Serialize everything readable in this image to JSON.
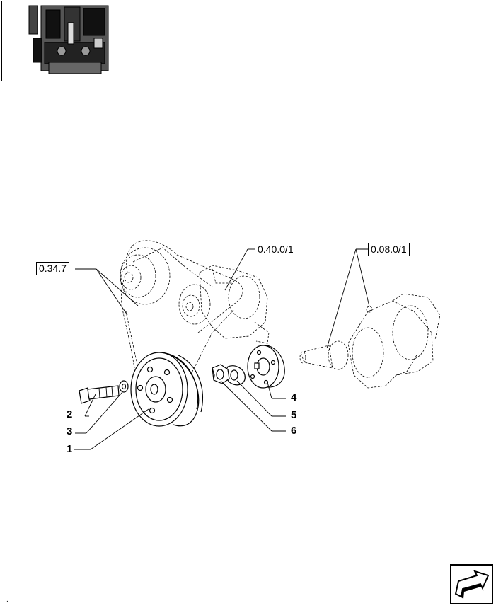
{
  "references": {
    "ref_a": "0.34.7",
    "ref_b": "0.40.0/1",
    "ref_c": "0.08.0/1"
  },
  "callouts": {
    "c1": "1",
    "c2": "2",
    "c3": "3",
    "c4": "4",
    "c5": "5",
    "c6": "6"
  },
  "footer_mark": ".",
  "nav": {
    "icon": "arrow-icon"
  }
}
